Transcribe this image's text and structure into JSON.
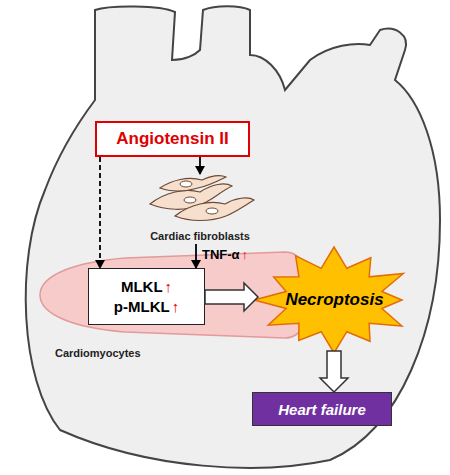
{
  "diagram": {
    "nodes": [
      {
        "text": [
          "Angiotensin II"
        ]
      },
      {
        "text": [
          "Cardiac fibroblasts"
        ]
      },
      {
        "text": [
          "Cardiomyocytes"
        ]
      },
      {
        "text": [
          "MLKL",
          "p-MLKL"
        ],
        "in": 2
      },
      {
        "text": [
          "Necroptosis"
        ]
      },
      {
        "text": [
          "Heart failure"
        ]
      }
    ],
    "edges": [
      {
        "from": 0,
        "to": 3,
        "arrow": "to"
      },
      {
        "from": 0,
        "to": 1,
        "arrow": "to"
      },
      {
        "from": 1,
        "to": 3,
        "arrow": "to",
        "label": "TNF-α"
      },
      {
        "from": 3,
        "to": 4,
        "arrow": "to"
      },
      {
        "from": 4,
        "to": 5,
        "arrow": "to"
      }
    ],
    "labels": [
      "↑",
      "↑",
      "↑"
    ]
  }
}
